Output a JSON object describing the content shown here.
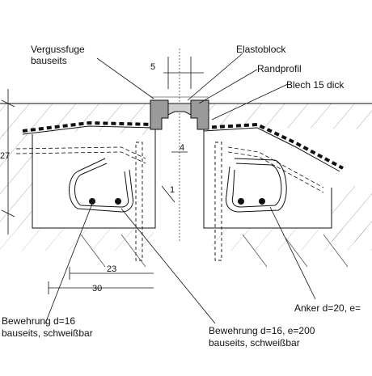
{
  "labels": {
    "vergussfuge_line1": "Vergussfuge",
    "vergussfuge_line2": "bauseits",
    "elastoblock": "Elastoblock",
    "randprofil": "Randprofil",
    "blech": "Blech 15 dick",
    "anker": "Anker d=20, e=",
    "bewehrung_left_line1": "Bewehrung d=16",
    "bewehrung_left_line2": "bauseits, schweißbar",
    "bewehrung_right_line1": "Bewehrung d=16, e=200",
    "bewehrung_right_line2": "bauseits, schweißbar"
  },
  "dimensions": {
    "gap": "5",
    "offset": "4",
    "slope": "1",
    "depth_23": "23",
    "depth_30": "30",
    "side": "27"
  },
  "colors": {
    "ink": "#111111",
    "hatch": "#555555",
    "steel": "#9a9a9a"
  }
}
